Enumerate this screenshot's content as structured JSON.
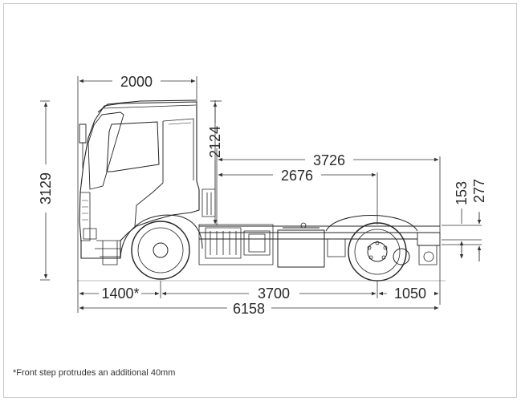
{
  "dimensions": {
    "cab_length": "2000",
    "cab_height_above_frame": "2124",
    "overall_height": "3129",
    "frame_length": "3726",
    "behind_cab_length": "2676",
    "frame_top_height": "153",
    "frame_bottom_height": "277",
    "front_overhang": "1400*",
    "wheelbase": "3700",
    "rear_overhang": "1050",
    "overall_length": "6158"
  },
  "footnote": "*Front step protrudes an additional 40mm"
}
